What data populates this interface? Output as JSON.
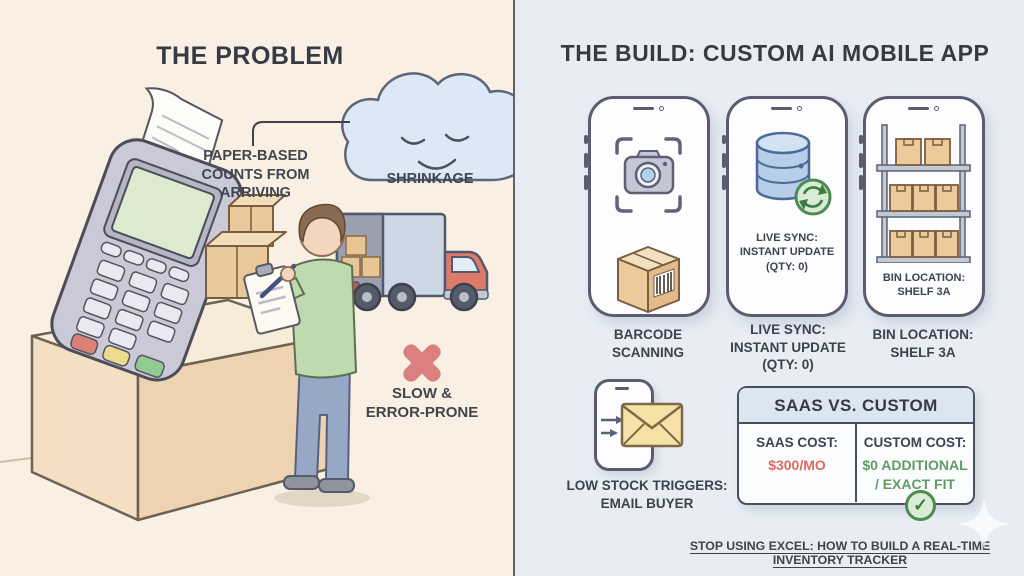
{
  "problem": {
    "title": "THE PROBLEM",
    "paper_label": "PAPER-BASED\nCOUNTS FROM\nARRIVING",
    "shrinkage_label": "SHRINKAGE",
    "slow_label": "SLOW &\nERROR-PRONE"
  },
  "build": {
    "title": "THE BUILD: CUSTOM AI MOBILE APP",
    "phones": [
      {
        "label": "BARCODE\nSCANNING"
      },
      {
        "label": "LIVE SYNC:\nINSTANT UPDATE\n(QTY: 0)",
        "screen_text": "LIVE SYNC:\nINSTANT UPDATE\n(QTY: 0)"
      },
      {
        "label": "BIN LOCATION:\nSHELF 3A",
        "screen_text": "BIN LOCATION:\nSHELF 3A"
      }
    ],
    "email_label": "LOW STOCK TRIGGERS:\nEMAIL BUYER",
    "comparison": {
      "title": "SAAS VS. CUSTOM",
      "columns": [
        {
          "header": "SAAS COST:",
          "value": "$300/MO"
        },
        {
          "header": "CUSTOM COST:",
          "value": "$0 ADDITIONAL\n/ EXACT FIT"
        }
      ],
      "check_glyph": "✓"
    }
  },
  "footer": {
    "text": "STOP USING EXCEL: HOW TO BUILD A REAL-TIME INVENTORY TRACKER"
  },
  "colors": {
    "left_bg": "#f9f0e3",
    "right_bg": "#e8edf4",
    "ink": "#3d424f",
    "phone_frame": "#5c5c71",
    "error_red": "#db7f7f",
    "saas_cost_red": "#e06a5e",
    "custom_cost_green": "#5f9c63",
    "table_header_bg": "#dce6f0",
    "cloud_blue": "#dce8f5",
    "check_green": "#4e8a52",
    "box_tan": "#ecca9b",
    "truck_cab_red": "#dd7a6a"
  },
  "icons": {
    "cloud": "sad-cloud-icon",
    "error": "red-x-icon",
    "camera": "camera-scan-icon",
    "barcode_box": "barcode-box-icon",
    "database": "database-sync-icon",
    "shelf": "shelf-bins-icon",
    "envelope": "email-send-icon",
    "check": "green-checkmark-icon",
    "sparkle": "sparkle-watermark-icon"
  }
}
